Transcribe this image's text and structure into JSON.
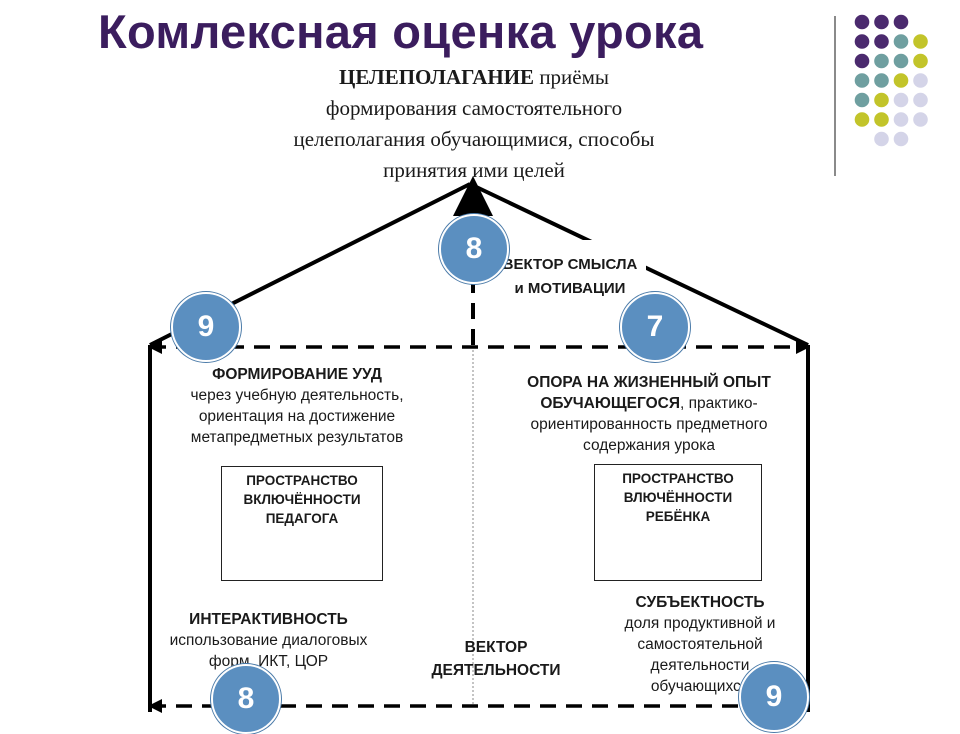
{
  "title": "Комлексная оценка урока",
  "goal": {
    "heading": "ЦЕЛЕПОЛАГАНИЕ",
    "text": " приёмы формирования самостоятельного целеполагания обучающимися, способы принятия ими целей"
  },
  "vector_meaning": "ВЕКТОР СМЫСЛА и МОТИВАЦИИ",
  "vector_activity": "ВЕКТОР ДЕЯТЕЛЬНОСТИ",
  "uud": {
    "heading": "ФОРМИРОВАНИЕ УУД",
    "text": "через учебную деятельность, ориентация на достижение метапредметных результатов"
  },
  "life_experience": {
    "heading": "ОПОРА НА ЖИЗНЕННЫЙ ОПЫТ ОБУЧАЮЩЕГОСЯ",
    "text": ", практико-ориентированность предметного содержания урока"
  },
  "teacher_space": "ПРОСТРАНСТВО ВКЛЮЧЁННОСТИ ПЕДАГОГА",
  "child_space": "ПРОСТРАНСТВО ВЛЮЧЁННОСТИ РЕБЁНКА",
  "interactivity": {
    "heading": "ИНТЕРАКТИВНОСТЬ",
    "text": "использование диалоговых форм, ИКТ, ЦОР"
  },
  "subjectness": {
    "heading": "СУБЪЕКТНОСТЬ",
    "text": "доля продуктивной и самостоятельной деятельности обучающихся"
  },
  "badges": {
    "top": "8",
    "left": "9",
    "right": "7",
    "bottom_left": "8",
    "bottom_right": "9"
  },
  "colors": {
    "title": "#3b1d5e",
    "badge": "#5b8fc0",
    "dot_purple": "#4b2a6e",
    "dot_teal": "#6f9fa0",
    "dot_olive": "#c2c42a",
    "dot_lavender": "#d4d4e8"
  },
  "decor_dot_grid": [
    [
      "dot_purple",
      "dot_purple",
      "dot_purple",
      "none"
    ],
    [
      "dot_purple",
      "dot_purple",
      "dot_teal",
      "dot_olive"
    ],
    [
      "dot_purple",
      "dot_teal",
      "dot_teal",
      "dot_olive"
    ],
    [
      "dot_teal",
      "dot_teal",
      "dot_olive",
      "dot_lavender"
    ],
    [
      "dot_teal",
      "dot_olive",
      "dot_lavender",
      "dot_lavender"
    ],
    [
      "dot_olive",
      "dot_olive",
      "dot_lavender",
      "dot_lavender"
    ],
    [
      "none",
      "dot_lavender",
      "dot_lavender",
      "none"
    ]
  ]
}
